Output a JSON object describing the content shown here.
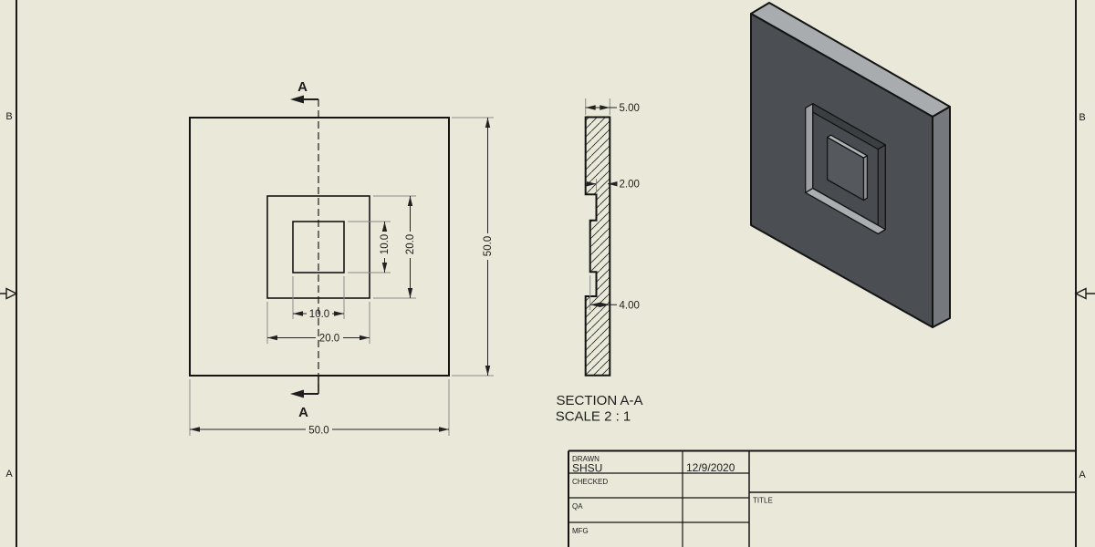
{
  "sheet": {
    "background_color": "#e9e8d9",
    "line_color": "#141414",
    "extension_line_color": "#8a8a8a",
    "hatch_color": "#2b2b2b"
  },
  "zone_markers": {
    "b": "B",
    "a": "A"
  },
  "front_view": {
    "cut_label": "A",
    "dim_inner_height": "10.0",
    "dim_mid_height": "20.0",
    "dim_outer_height": "50.0",
    "dim_inner_width": "10.0",
    "dim_mid_width": "20.0",
    "dim_outer_width": "50.0"
  },
  "section_view": {
    "title": "SECTION A-A",
    "scale": "SCALE 2 : 1",
    "dim_thickness": "5.00",
    "dim_pocket_depth": "2.00",
    "dim_boss_height": "4.00"
  },
  "isometric_view": {
    "face_front_color": "#4b4e53",
    "face_top_color": "#a9acaf",
    "face_side_color": "#75787c",
    "pocket_floor_color": "#484b4f",
    "pocket_left_wall_color": "#9ea1a4",
    "pocket_bottom_wall_color": "#abaeb1",
    "pocket_top_wall_color": "#3c3f42",
    "pocket_right_wall_color": "#44474a",
    "boss_top_color": "#b2b5b7",
    "boss_side_color": "#8f9295",
    "boss_front_color": "#55585c"
  },
  "title_block": {
    "drawn_label": "DRAWN",
    "drawn_value": "SHSU",
    "drawn_date": "12/9/2020",
    "checked_label": "CHECKED",
    "qa_label": "QA",
    "mfg_label": "MFG",
    "title_label": "TITLE"
  }
}
